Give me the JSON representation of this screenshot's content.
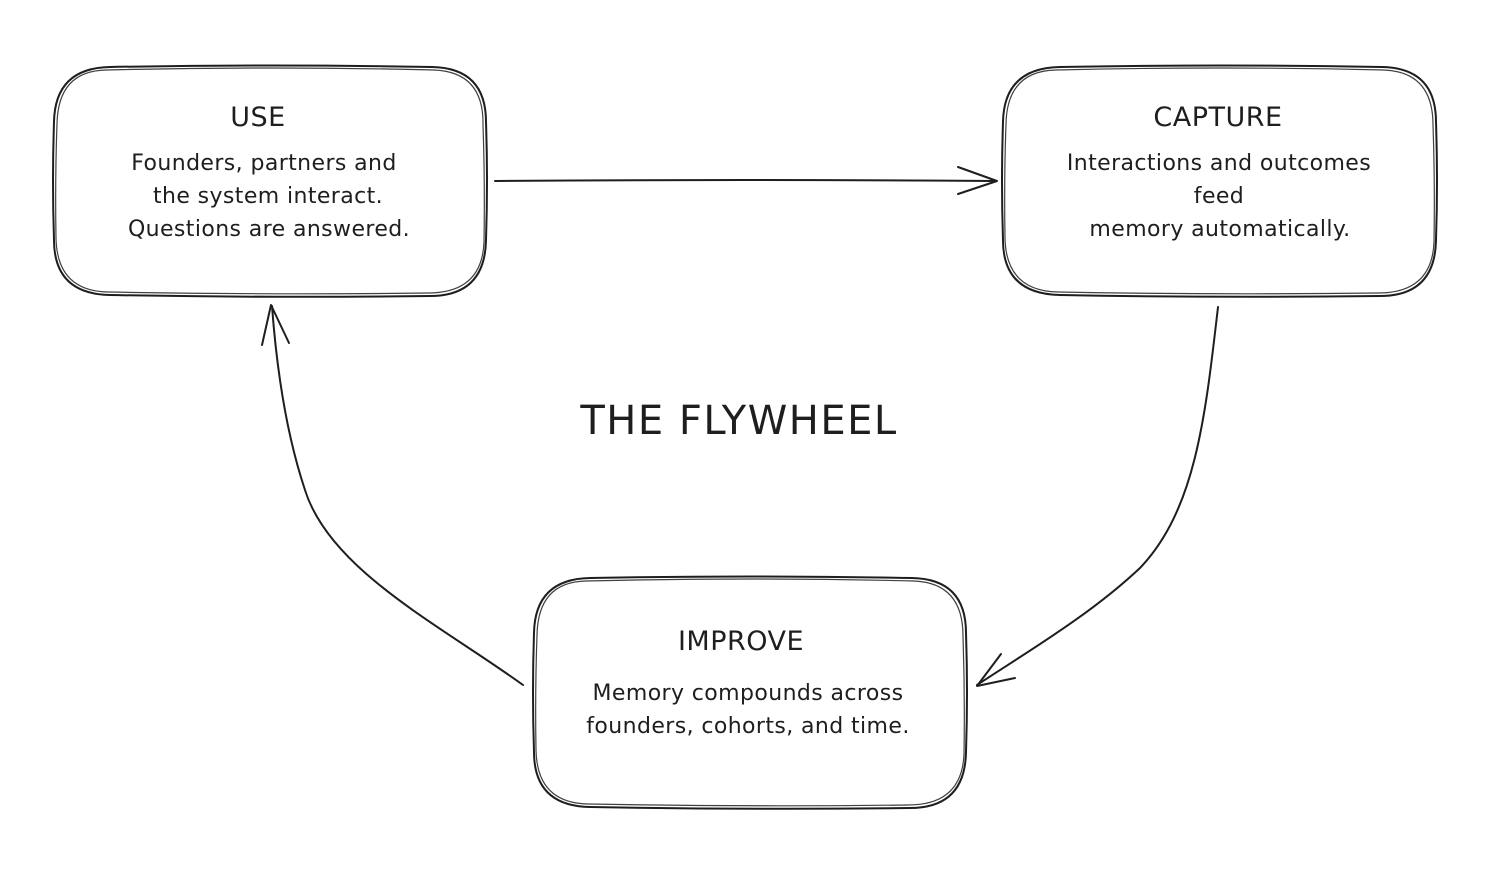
{
  "title": "THE FLYWHEEL",
  "nodes": {
    "use": {
      "title": "USE",
      "lines": [
        "Founders, partners and",
        "the system interact.",
        "Questions are answered."
      ]
    },
    "capture": {
      "title": "CAPTURE",
      "lines": [
        "Interactions and outcomes",
        "feed",
        "memory automatically."
      ]
    },
    "improve": {
      "title": "IMPROVE",
      "lines": [
        "Memory compounds across",
        "founders, cohorts, and time."
      ]
    }
  },
  "edges": [
    {
      "from": "USE",
      "to": "CAPTURE"
    },
    {
      "from": "CAPTURE",
      "to": "IMPROVE"
    },
    {
      "from": "IMPROVE",
      "to": "USE"
    }
  ]
}
